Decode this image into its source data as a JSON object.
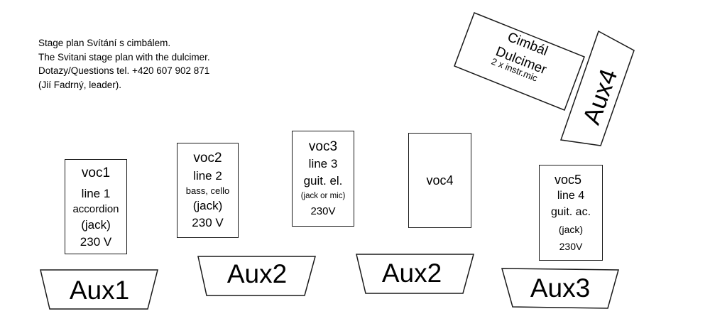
{
  "header": {
    "lines": [
      "Stage plan Svítání s cimbálem.",
      "The Svitani stage plan with the dulcimer.",
      "Dotazy/Questions tel. +420 607 902 871",
      "(Jií Fadrný, leader)."
    ]
  },
  "positions": [
    {
      "id": "voc1",
      "lines": [
        "voc1",
        "line 1",
        "accordion",
        "(jack)",
        "230 V"
      ]
    },
    {
      "id": "voc2",
      "lines": [
        "voc2",
        "line 2",
        "bass, cello",
        "(jack)",
        "230 V"
      ]
    },
    {
      "id": "voc3",
      "lines": [
        "voc3",
        "line 3",
        "guit. el.",
        "(jack or mic)",
        "230V"
      ]
    },
    {
      "id": "voc4",
      "lines": [
        "voc4"
      ]
    },
    {
      "id": "voc5",
      "lines": [
        "voc5",
        "line 4",
        "guit. ac.",
        "(jack)",
        "230V"
      ]
    }
  ],
  "monitors": [
    {
      "id": "aux1",
      "label": "Aux1"
    },
    {
      "id": "aux2a",
      "label": "Aux2"
    },
    {
      "id": "aux2b",
      "label": "Aux2"
    },
    {
      "id": "aux3",
      "label": "Aux3"
    },
    {
      "id": "aux4",
      "label": "Aux4"
    }
  ],
  "dulcimer": {
    "lines": [
      "Cimbál",
      "Dulcimer",
      "2 x instr.mic"
    ]
  }
}
